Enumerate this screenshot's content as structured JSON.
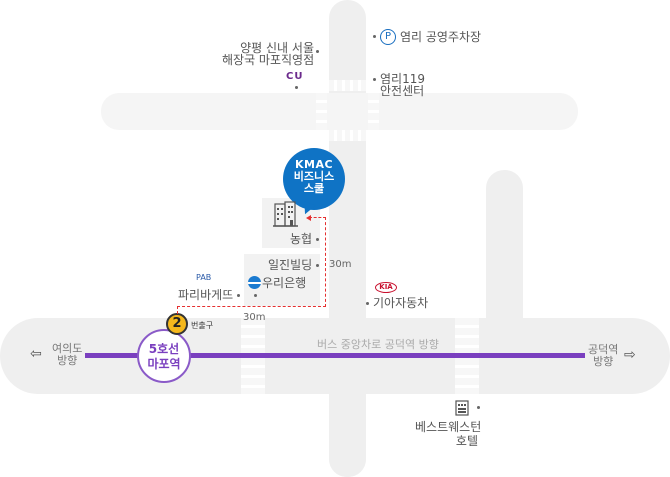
{
  "map": {
    "landmarks": {
      "parking": {
        "icon": "parking-icon",
        "icon_letter": "P",
        "label": "염리 공영주차장"
      },
      "haejangguk": {
        "line1": "양평 신내 서울",
        "line2": "해장국 마포직영점"
      },
      "cu": {
        "logo_text": "CU",
        "logo_dot": "•"
      },
      "fire_center": {
        "line1": "염리119",
        "line2": "안전센터"
      },
      "kmac": {
        "line1": "KMAC",
        "line2": "비즈니스",
        "line3": "스쿨"
      },
      "nonghyup": {
        "label": "농협"
      },
      "iljin": {
        "label": "일진빌딩"
      },
      "woori": {
        "label": "우리은행"
      },
      "paris": {
        "logo_text": "PAB",
        "label": "파리바게뜨"
      },
      "kia": {
        "logo_text": "KIA",
        "label": "기아자동차"
      },
      "bestwestern": {
        "line1": "베스트웨스턴",
        "line2": "호텔"
      }
    },
    "station": {
      "line1": "5호선",
      "line2": "마포역"
    },
    "exit": {
      "number": "2",
      "label": "번출구"
    },
    "distances": {
      "vertical": "30m",
      "horizontal": "30m"
    },
    "directions": {
      "left": {
        "line1": "여의도",
        "line2": "방향",
        "arrow": "⇦"
      },
      "right": {
        "line1": "공덕역",
        "line2": "방향",
        "arrow": "⇨"
      },
      "bus_lane": "버스 중앙차로  공덕역 방향"
    },
    "colors": {
      "metro_line": "#7a3fbf",
      "kmac_bubble": "#0f73c5",
      "route_dashed": "#e53030",
      "exit_badge": "#f5b81c",
      "road": "#efefef"
    }
  }
}
